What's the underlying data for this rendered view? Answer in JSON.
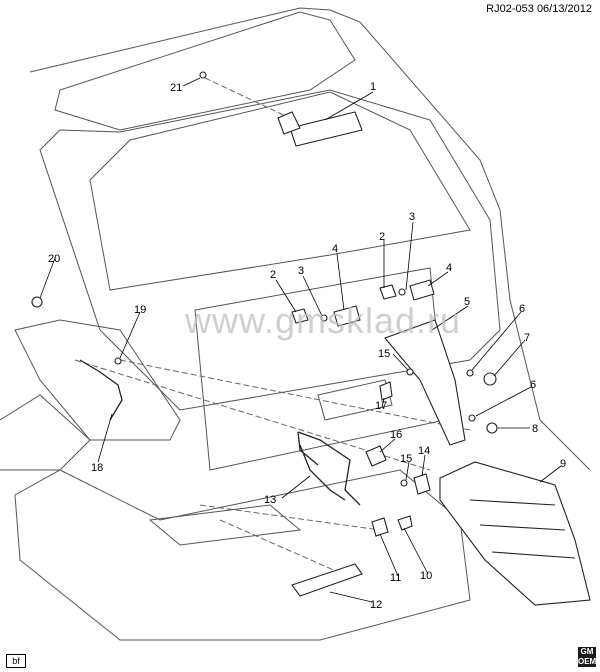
{
  "header": {
    "drawing_id": "RJ02-053",
    "date": "06/13/2012"
  },
  "watermark": "www.gmsklad.ru",
  "corner_tag": "bf",
  "logo": {
    "line1": "GM",
    "line2": "OEM"
  },
  "callouts": [
    {
      "id": "c1",
      "label": "1"
    },
    {
      "id": "c2a",
      "label": "2"
    },
    {
      "id": "c2b",
      "label": "2"
    },
    {
      "id": "c3a",
      "label": "3"
    },
    {
      "id": "c3b",
      "label": "3"
    },
    {
      "id": "c4a",
      "label": "4"
    },
    {
      "id": "c4b",
      "label": "4"
    },
    {
      "id": "c5",
      "label": "5"
    },
    {
      "id": "c6a",
      "label": "6"
    },
    {
      "id": "c6b",
      "label": "6"
    },
    {
      "id": "c7",
      "label": "7"
    },
    {
      "id": "c8",
      "label": "8"
    },
    {
      "id": "c9",
      "label": "9"
    },
    {
      "id": "c10",
      "label": "10"
    },
    {
      "id": "c11",
      "label": "11"
    },
    {
      "id": "c12",
      "label": "12"
    },
    {
      "id": "c13",
      "label": "13"
    },
    {
      "id": "c14",
      "label": "14"
    },
    {
      "id": "c15a",
      "label": "15"
    },
    {
      "id": "c15b",
      "label": "15"
    },
    {
      "id": "c16",
      "label": "16"
    },
    {
      "id": "c17",
      "label": "17"
    },
    {
      "id": "c18",
      "label": "18"
    },
    {
      "id": "c19",
      "label": "19"
    },
    {
      "id": "c20",
      "label": "20"
    },
    {
      "id": "c21",
      "label": "21"
    }
  ]
}
